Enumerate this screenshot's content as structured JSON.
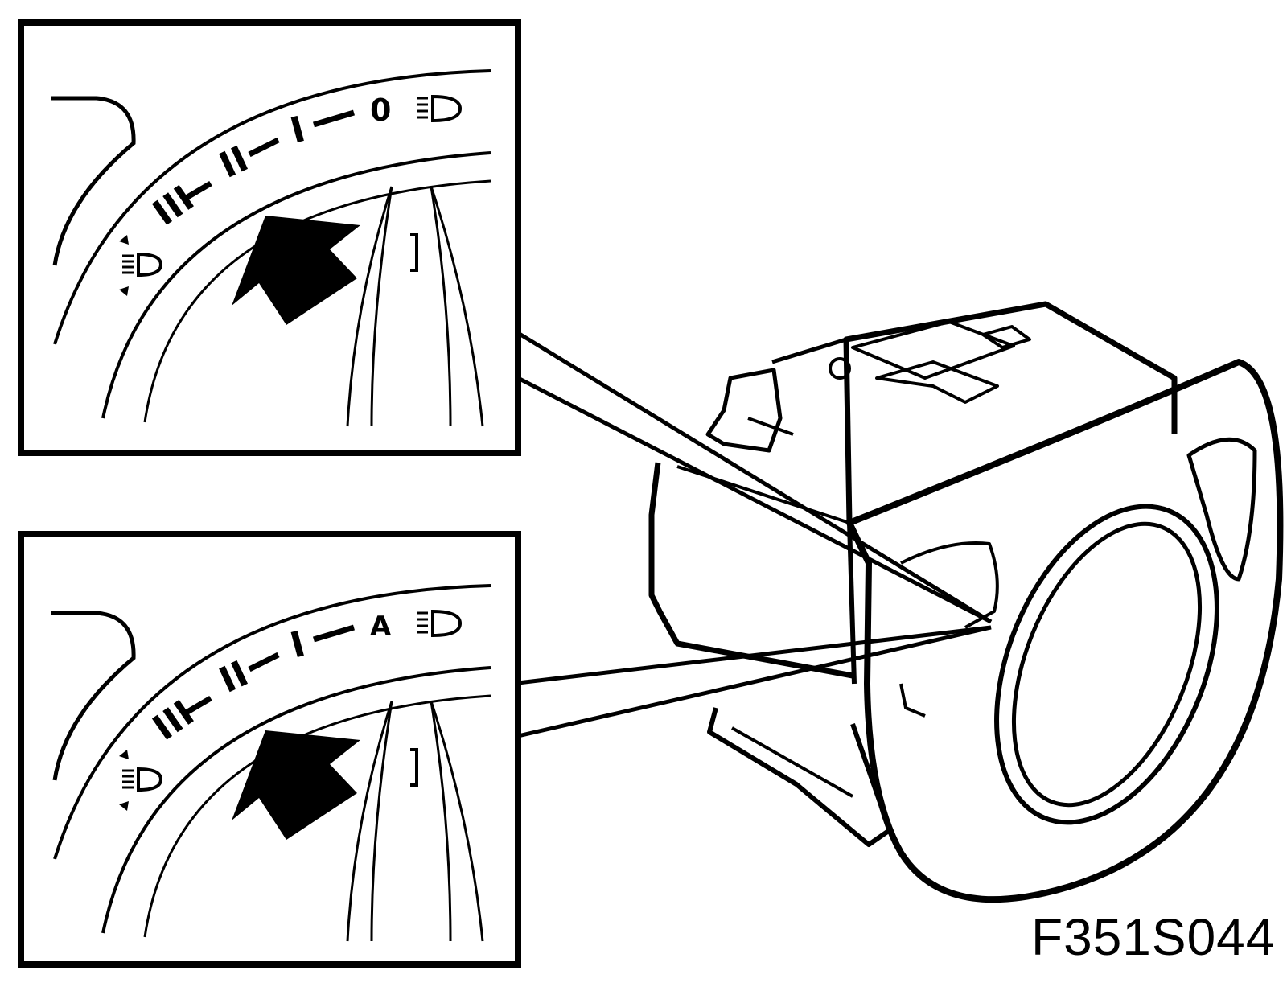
{
  "figure": {
    "code": "F351S044"
  },
  "panels": [
    {
      "scale_labels": [
        "III",
        "II",
        "I",
        "0"
      ],
      "arrow_icon": "arrow-up-left-icon"
    },
    {
      "scale_labels": [
        "III",
        "II",
        "I",
        "A"
      ],
      "arrow_icon": "arrow-up-left-icon"
    }
  ],
  "icons": {
    "headlamp": "headlamp-icon",
    "headlamp_leveling": "headlamp-leveling-icon"
  },
  "colors": {
    "line": "#000000",
    "background": "#ffffff"
  }
}
